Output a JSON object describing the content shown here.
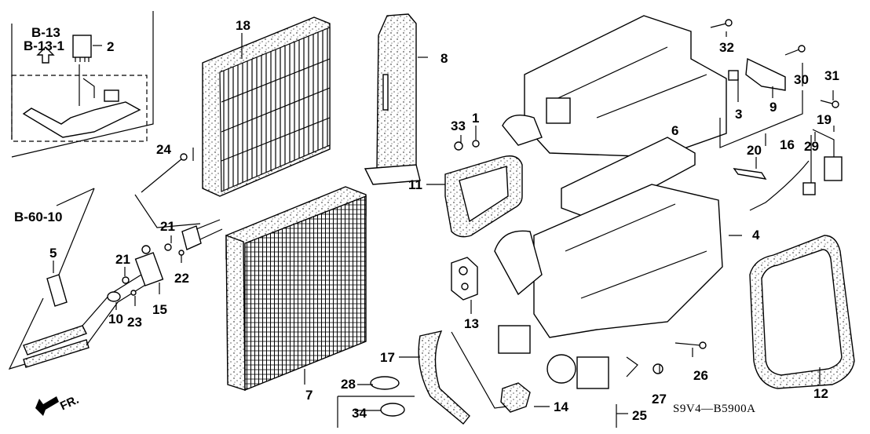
{
  "diagram": {
    "code": "S9V4—B5900A",
    "direction_label": "FR.",
    "references": {
      "ref_b13": "B-13",
      "ref_b13_1": "B-13-1",
      "ref_b60_10": "B-60-10"
    },
    "callouts": {
      "c1": "1",
      "c2": "2",
      "c3": "3",
      "c4": "4",
      "c5": "5",
      "c6": "6",
      "c7": "7",
      "c8": "8",
      "c9": "9",
      "c10": "10",
      "c11": "11",
      "c12": "12",
      "c13": "13",
      "c14": "14",
      "c15": "15",
      "c16": "16",
      "c17": "17",
      "c18": "18",
      "c19": "19",
      "c20": "20",
      "c21a": "21",
      "c21b": "21",
      "c22": "22",
      "c23": "23",
      "c24": "24",
      "c25": "25",
      "c26": "26",
      "c27": "27",
      "c28": "28",
      "c29": "29",
      "c30": "30",
      "c31": "31",
      "c32": "32",
      "c33": "33",
      "c34": "34"
    },
    "colors": {
      "ink": "#000000",
      "paper": "#ffffff"
    }
  }
}
